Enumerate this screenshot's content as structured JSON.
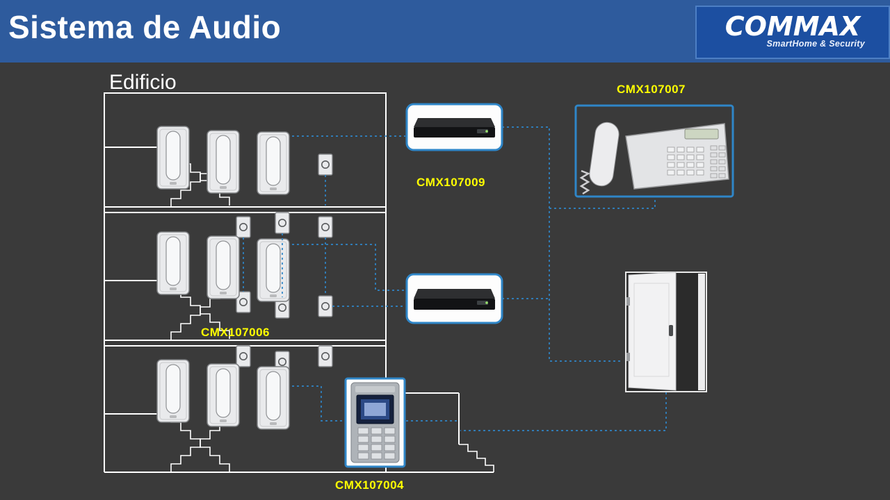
{
  "header": {
    "title": "Sistema de Audio",
    "logo": {
      "brand": "COMMAX",
      "tagline": "SmartHome & Security"
    }
  },
  "diagram": {
    "building_label": "Edificio",
    "products": [
      {
        "name": "audio-distributor",
        "code": "CMX107009"
      },
      {
        "name": "guard-desk-interphone",
        "code": "CMX107007"
      },
      {
        "name": "apartment-audio-phone",
        "code": "CMX107006"
      },
      {
        "name": "entrance-door-station",
        "code": "CMX107004"
      }
    ]
  },
  "colors": {
    "header-blue": "#2e5b9d",
    "logo-blue": "#1c4fa1",
    "bg-dark": "#3a3a3a",
    "label-yellow": "#ffff00",
    "accent-blue": "#2f86c8",
    "line-white": "#ffffff"
  }
}
